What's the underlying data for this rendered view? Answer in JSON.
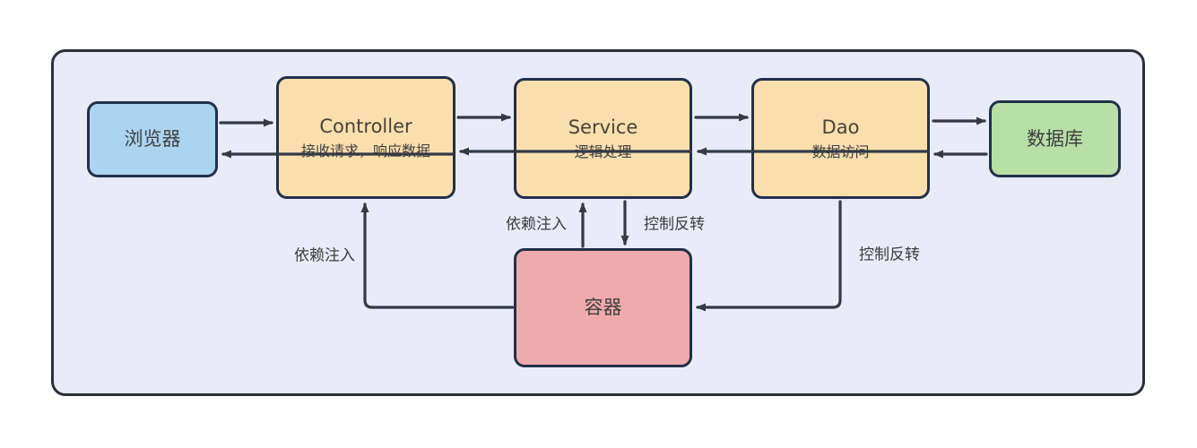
{
  "diagram": {
    "nodes": {
      "browser": {
        "title": "浏览器"
      },
      "controller": {
        "title": "Controller",
        "subtitle": "接收请求，响应数据"
      },
      "service": {
        "title": "Service",
        "subtitle": "逻辑处理"
      },
      "dao": {
        "title": "Dao",
        "subtitle": "数据访问"
      },
      "database": {
        "title": "数据库"
      },
      "container": {
        "title": "容器"
      }
    },
    "edge_labels": {
      "controller_di": "依赖注入",
      "service_di": "依赖注入",
      "service_ioc": "控制反转",
      "dao_ioc": "控制反转"
    },
    "colors": {
      "node_blue": "#aad4f0",
      "node_orange": "#fadfae",
      "node_green": "#b7dfa6",
      "node_pink": "#efaaad",
      "node_border": "#22304a",
      "arrow": "#333a45",
      "frame_bg": "#e9ecf8",
      "frame_border": "#2b3038",
      "page_bg": "#ffffff"
    }
  }
}
